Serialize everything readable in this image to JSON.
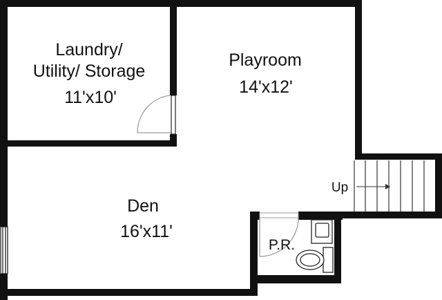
{
  "colors": {
    "wall": "#111111",
    "background": "#ffffff",
    "fixture_stroke": "#222222",
    "door_swing": "#9a9a9a"
  },
  "rooms": {
    "laundry": {
      "line1": "Laundry/",
      "line2": "Utility/ Storage",
      "size": "11'x10'"
    },
    "playroom": {
      "name": "Playroom",
      "size": "14'x12'"
    },
    "den": {
      "name": "Den",
      "size": "16'x11'"
    },
    "powder_room": {
      "name": "P.R."
    }
  },
  "stairs": {
    "label": "Up",
    "direction": "arrow-right-icon"
  },
  "icons": [
    "door-swing-icon",
    "window-icon",
    "sink-icon",
    "toilet-icon",
    "stair-treads-icon",
    "arrow-right-icon"
  ]
}
